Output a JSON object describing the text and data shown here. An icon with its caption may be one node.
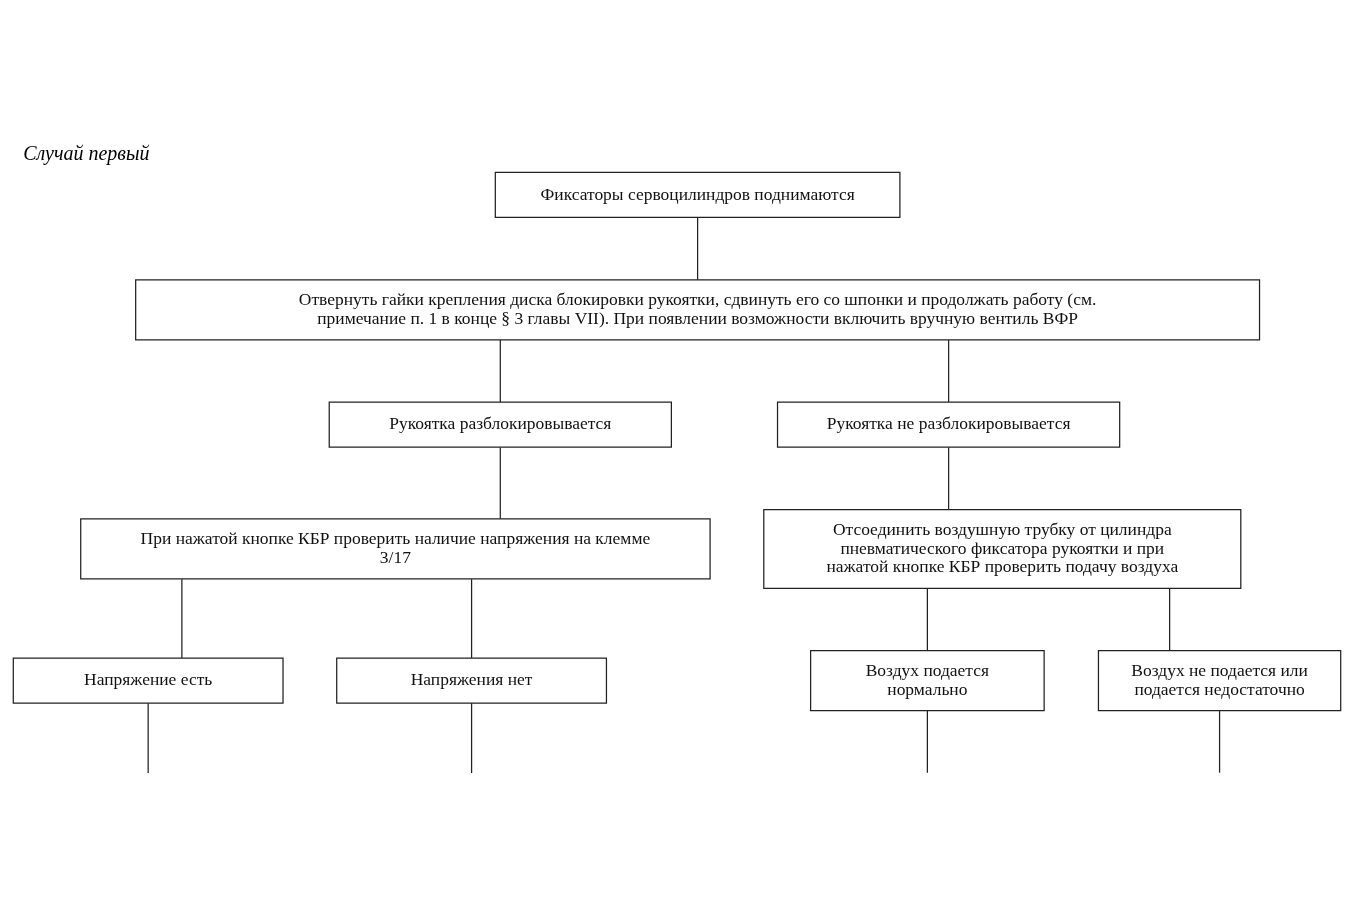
{
  "diagram": {
    "title": "Случай первый",
    "nodes": [
      {
        "text": [
          "Фиксаторы сервоцилиндров поднимаются"
        ]
      },
      {
        "text": [
          "Отвернуть гайки крепления диска блокировки рукоятки, сдвинуть его со шпонки и продолжать работу (см. примечание п. 1 в конце § 3 главы VII). При появлении возможности включить вручную вентиль ВФР"
        ]
      },
      {
        "text": [
          "Рукоятка разблокировывается"
        ]
      },
      {
        "text": [
          "Рукоятка не разблокировывается"
        ]
      },
      {
        "text": [
          "При нажатой кнопке КБР проверить наличие напряжения на клемме 3/17"
        ]
      },
      {
        "text": [
          "Отсоединить воздушную трубку от цилиндра пневматического фиксатора рукоятки и при нажатой кнопке КБР проверить подачу воздуха"
        ]
      },
      {
        "text": [
          "Напряжение есть"
        ]
      },
      {
        "text": [
          "Напряжения нет"
        ]
      },
      {
        "text": [
          "Воздух подается нормально"
        ]
      },
      {
        "text": [
          "Воздух не подается или подается недостаточно"
        ]
      }
    ],
    "edges": [
      {
        "from": 0,
        "to": 1,
        "arrow": "none"
      },
      {
        "from": 1,
        "to": 2,
        "arrow": "none"
      },
      {
        "from": 1,
        "to": 3,
        "arrow": "none"
      },
      {
        "from": 2,
        "to": 4,
        "arrow": "none"
      },
      {
        "from": 3,
        "to": 5,
        "arrow": "none"
      },
      {
        "from": 4,
        "to": 6,
        "arrow": "none"
      },
      {
        "from": 4,
        "to": 7,
        "arrow": "none"
      },
      {
        "from": 5,
        "to": 8,
        "arrow": "none"
      },
      {
        "from": 5,
        "to": 9,
        "arrow": "none"
      },
      {
        "from": 6,
        "to": null,
        "arrow": "none"
      },
      {
        "from": 7,
        "to": null,
        "arrow": "none"
      },
      {
        "from": 8,
        "to": null,
        "arrow": "none"
      },
      {
        "from": 9,
        "to": null,
        "arrow": "none"
      }
    ]
  }
}
